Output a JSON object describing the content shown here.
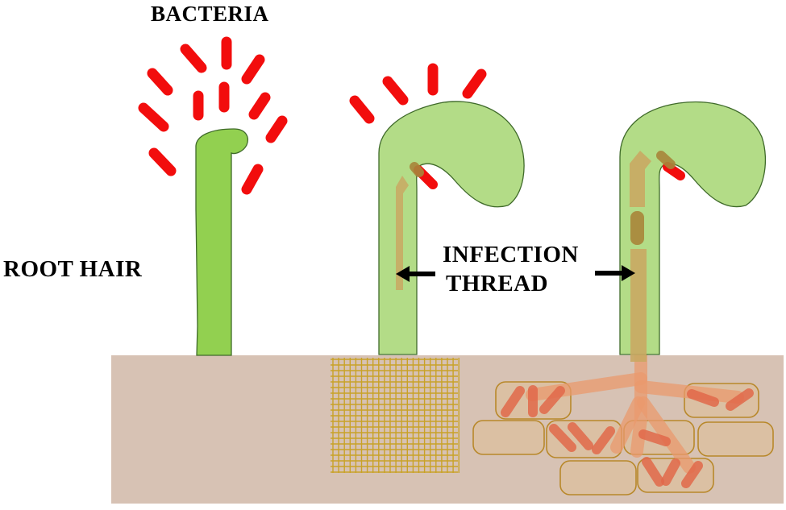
{
  "labels": {
    "bacteria": "BACTERIA",
    "root_hair": "ROOT HAIR",
    "infection_line1": "INFECTION",
    "infection_line2": "THREAD"
  },
  "colors": {
    "background": "#ffffff",
    "bacteria": "#f20d0d",
    "root_hair_1": "#92d050",
    "root_hair_2": "#b3dc87",
    "hair_outline": "#3f6a2a",
    "infection_thread": "#c9a863",
    "infection_thread_dark": "#a8853a",
    "soil": "#d7c2b4",
    "mesh": "#c9a227",
    "cell_fill": "#dcc0a0",
    "cell_stroke": "#b8882a",
    "soil_bacteria": "#e0684a",
    "branch_thread": "#e9a57e",
    "arrow": "#000000"
  },
  "stages": [
    {
      "name": "bacteria-approach",
      "description": "root hair surrounded by bacteria"
    },
    {
      "name": "root-hair-curling",
      "description": "curled root hair with infection thread forming"
    },
    {
      "name": "infection-thread-growth",
      "description": "infection thread extending into cortical cells"
    }
  ]
}
